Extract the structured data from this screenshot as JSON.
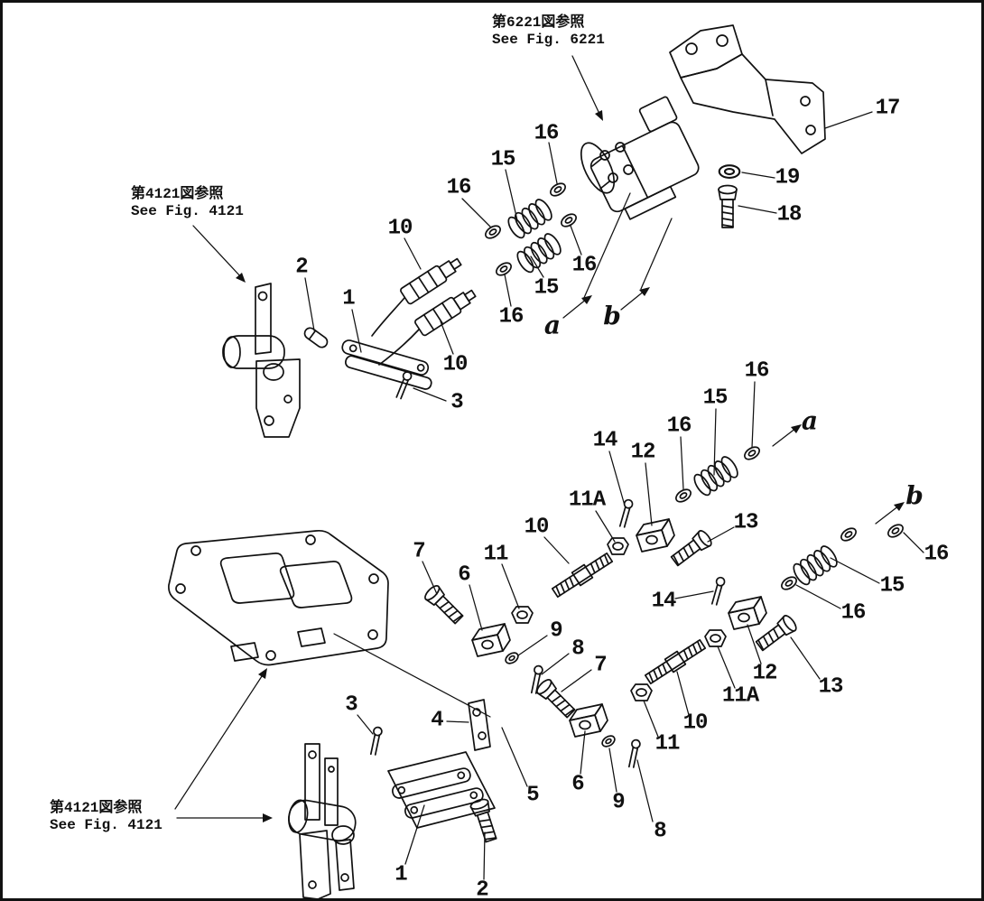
{
  "canvas": {
    "background": "#ffffff",
    "line_color": "#111111"
  },
  "references": [
    {
      "jp": "第6221図参照",
      "en": "See  Fig. 6221"
    },
    {
      "jp": "第4121図参照",
      "en": "See  Fig. 4121"
    },
    {
      "jp": "第4121図参照",
      "en": "See  Fig. 4121"
    }
  ],
  "callouts": [
    "16",
    "15",
    "16",
    "10",
    "17",
    "19",
    "18",
    "16",
    "15",
    "16",
    "2",
    "1",
    "10",
    "3",
    "16",
    "15",
    "16",
    "14",
    "12",
    "11A",
    "10",
    "13",
    "16",
    "15",
    "16",
    "14",
    "7",
    "11",
    "6",
    "9",
    "8",
    "7",
    "12",
    "11A",
    "13",
    "10",
    "11",
    "3",
    "4",
    "5",
    "6",
    "9",
    "8",
    "1",
    "2"
  ],
  "markers": [
    "a",
    "b",
    "a",
    "b"
  ]
}
